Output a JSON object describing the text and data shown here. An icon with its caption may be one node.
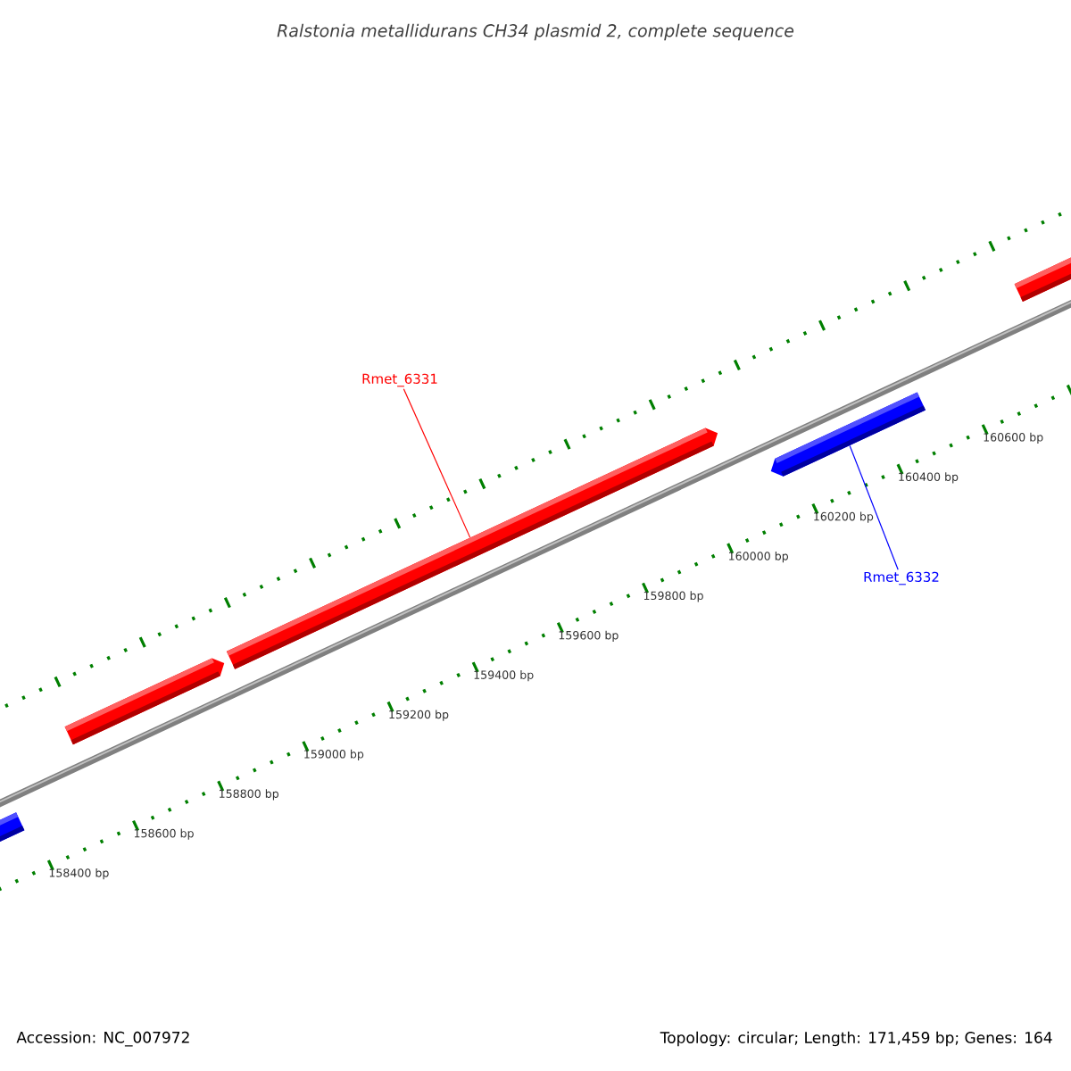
{
  "diagram": {
    "title": "Ralstonia metallidurans CH34 plasmid 2, complete sequence",
    "nodes": [
      {
        "text": [
          "Rmet_6331"
        ]
      },
      {
        "text": [
          "Rmet_6332"
        ]
      },
      {
        "text": [],
        "shape": "arrow"
      },
      {
        "text": [],
        "shape": "arrow"
      },
      {
        "text": [],
        "shape": "arrow"
      },
      {
        "text": [],
        "shape": "arrow"
      },
      {
        "text": [],
        "shape": "arrow"
      }
    ],
    "edges": [
      {
        "from": 0,
        "to": 4,
        "arrow": "none",
        "color": "#ff0000"
      },
      {
        "from": 1,
        "to": 5,
        "arrow": "none",
        "color": "#0000ff"
      }
    ],
    "labels": [
      "160600 bp",
      "160400 bp",
      "160200 bp",
      "160000 bp",
      "159800 bp",
      "159600 bp",
      "159400 bp",
      "159200 bp",
      "159000 bp",
      "158800 bp",
      "158600 bp",
      "158400 bp",
      "Accession: NC_007972",
      "Topology: circular; Length: 171,459 bp; Genes: 164"
    ]
  }
}
